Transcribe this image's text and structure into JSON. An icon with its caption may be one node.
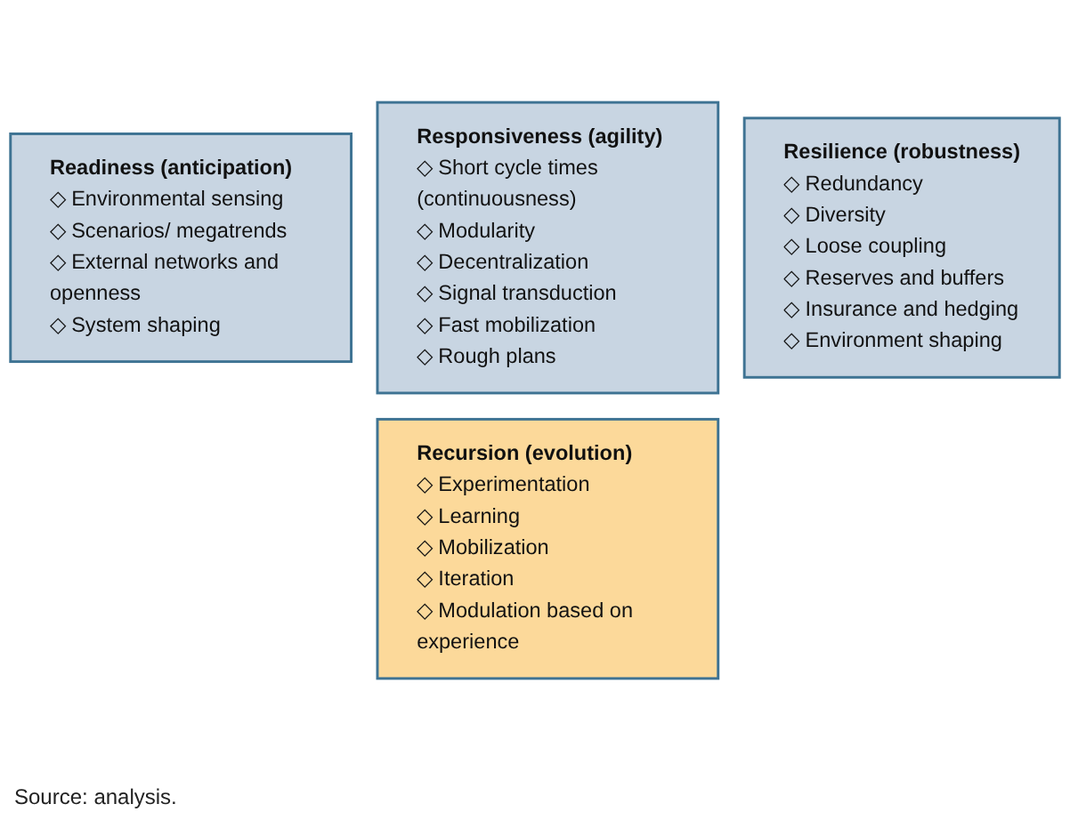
{
  "diagram": {
    "caption": "Source: analysis.",
    "nodes": [
      {
        "text": [
          "Readiness (anticipation)",
          "◇ Environmental sensing",
          "◇ Scenarios/ megatrends",
          "◇ External networks and openness",
          "◇ System shaping"
        ]
      },
      {
        "text": [
          "Responsiveness (agility)",
          "◇ Short cycle times (continuousness)",
          "◇ Modularity",
          "◇ Decentralization",
          "◇ Signal transduction",
          "◇ Fast mobilization",
          "◇ Rough plans"
        ]
      },
      {
        "text": [
          "Resilience (robustness)",
          "◇ Redundancy",
          "◇ Diversity",
          "◇ Loose coupling",
          "◇ Reserves and buffers",
          "◇ Insurance and hedging",
          "◇ Environment shaping"
        ]
      },
      {
        "text": [
          "Recursion (evolution)",
          "◇ Experimentation",
          "◇ Learning",
          "◇ Mobilization",
          "◇ Iteration",
          "◇ Modulation based on experience"
        ]
      }
    ]
  }
}
